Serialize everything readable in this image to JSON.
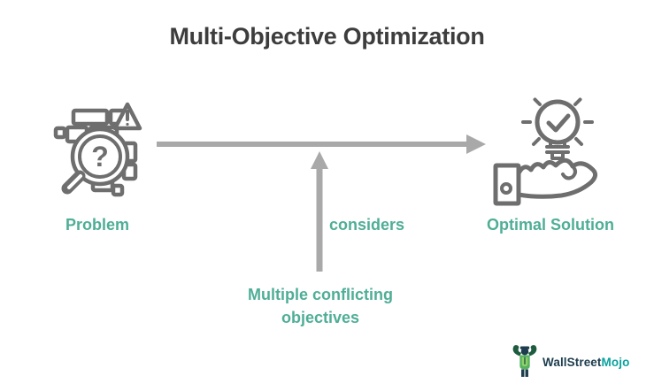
{
  "title": "Multi-Objective Optimization",
  "colors": {
    "background": "#ffffff",
    "title_text": "#3d3d3d",
    "accent_teal": "#4fae96",
    "arrow_gray": "#a9a9a9",
    "icon_gray": "#6e6e6e",
    "logo_dark": "#1d3d4e",
    "logo_teal": "#0aa29e",
    "mascot_body_green": "#55b25f",
    "mascot_light_green": "#8fd06a",
    "mascot_dark_green": "#1d5c3f"
  },
  "diagram": {
    "problem": {
      "label": "Problem",
      "icon": "magnifier-question-warning-icon",
      "icon_glyph": "?"
    },
    "solution": {
      "label": "Optimal Solution",
      "icon": "hand-lightbulb-check-icon"
    },
    "flow": {
      "considers_label": "considers",
      "objectives_label": "Multiple conflicting objectives",
      "main_arrow": "problem-to-solution",
      "input_arrow": "objectives-to-main-flow"
    }
  },
  "logo": {
    "icon": "wallstreetmojo-mascot-icon",
    "brand_primary": "WallStreet",
    "brand_secondary": "Mojo"
  }
}
